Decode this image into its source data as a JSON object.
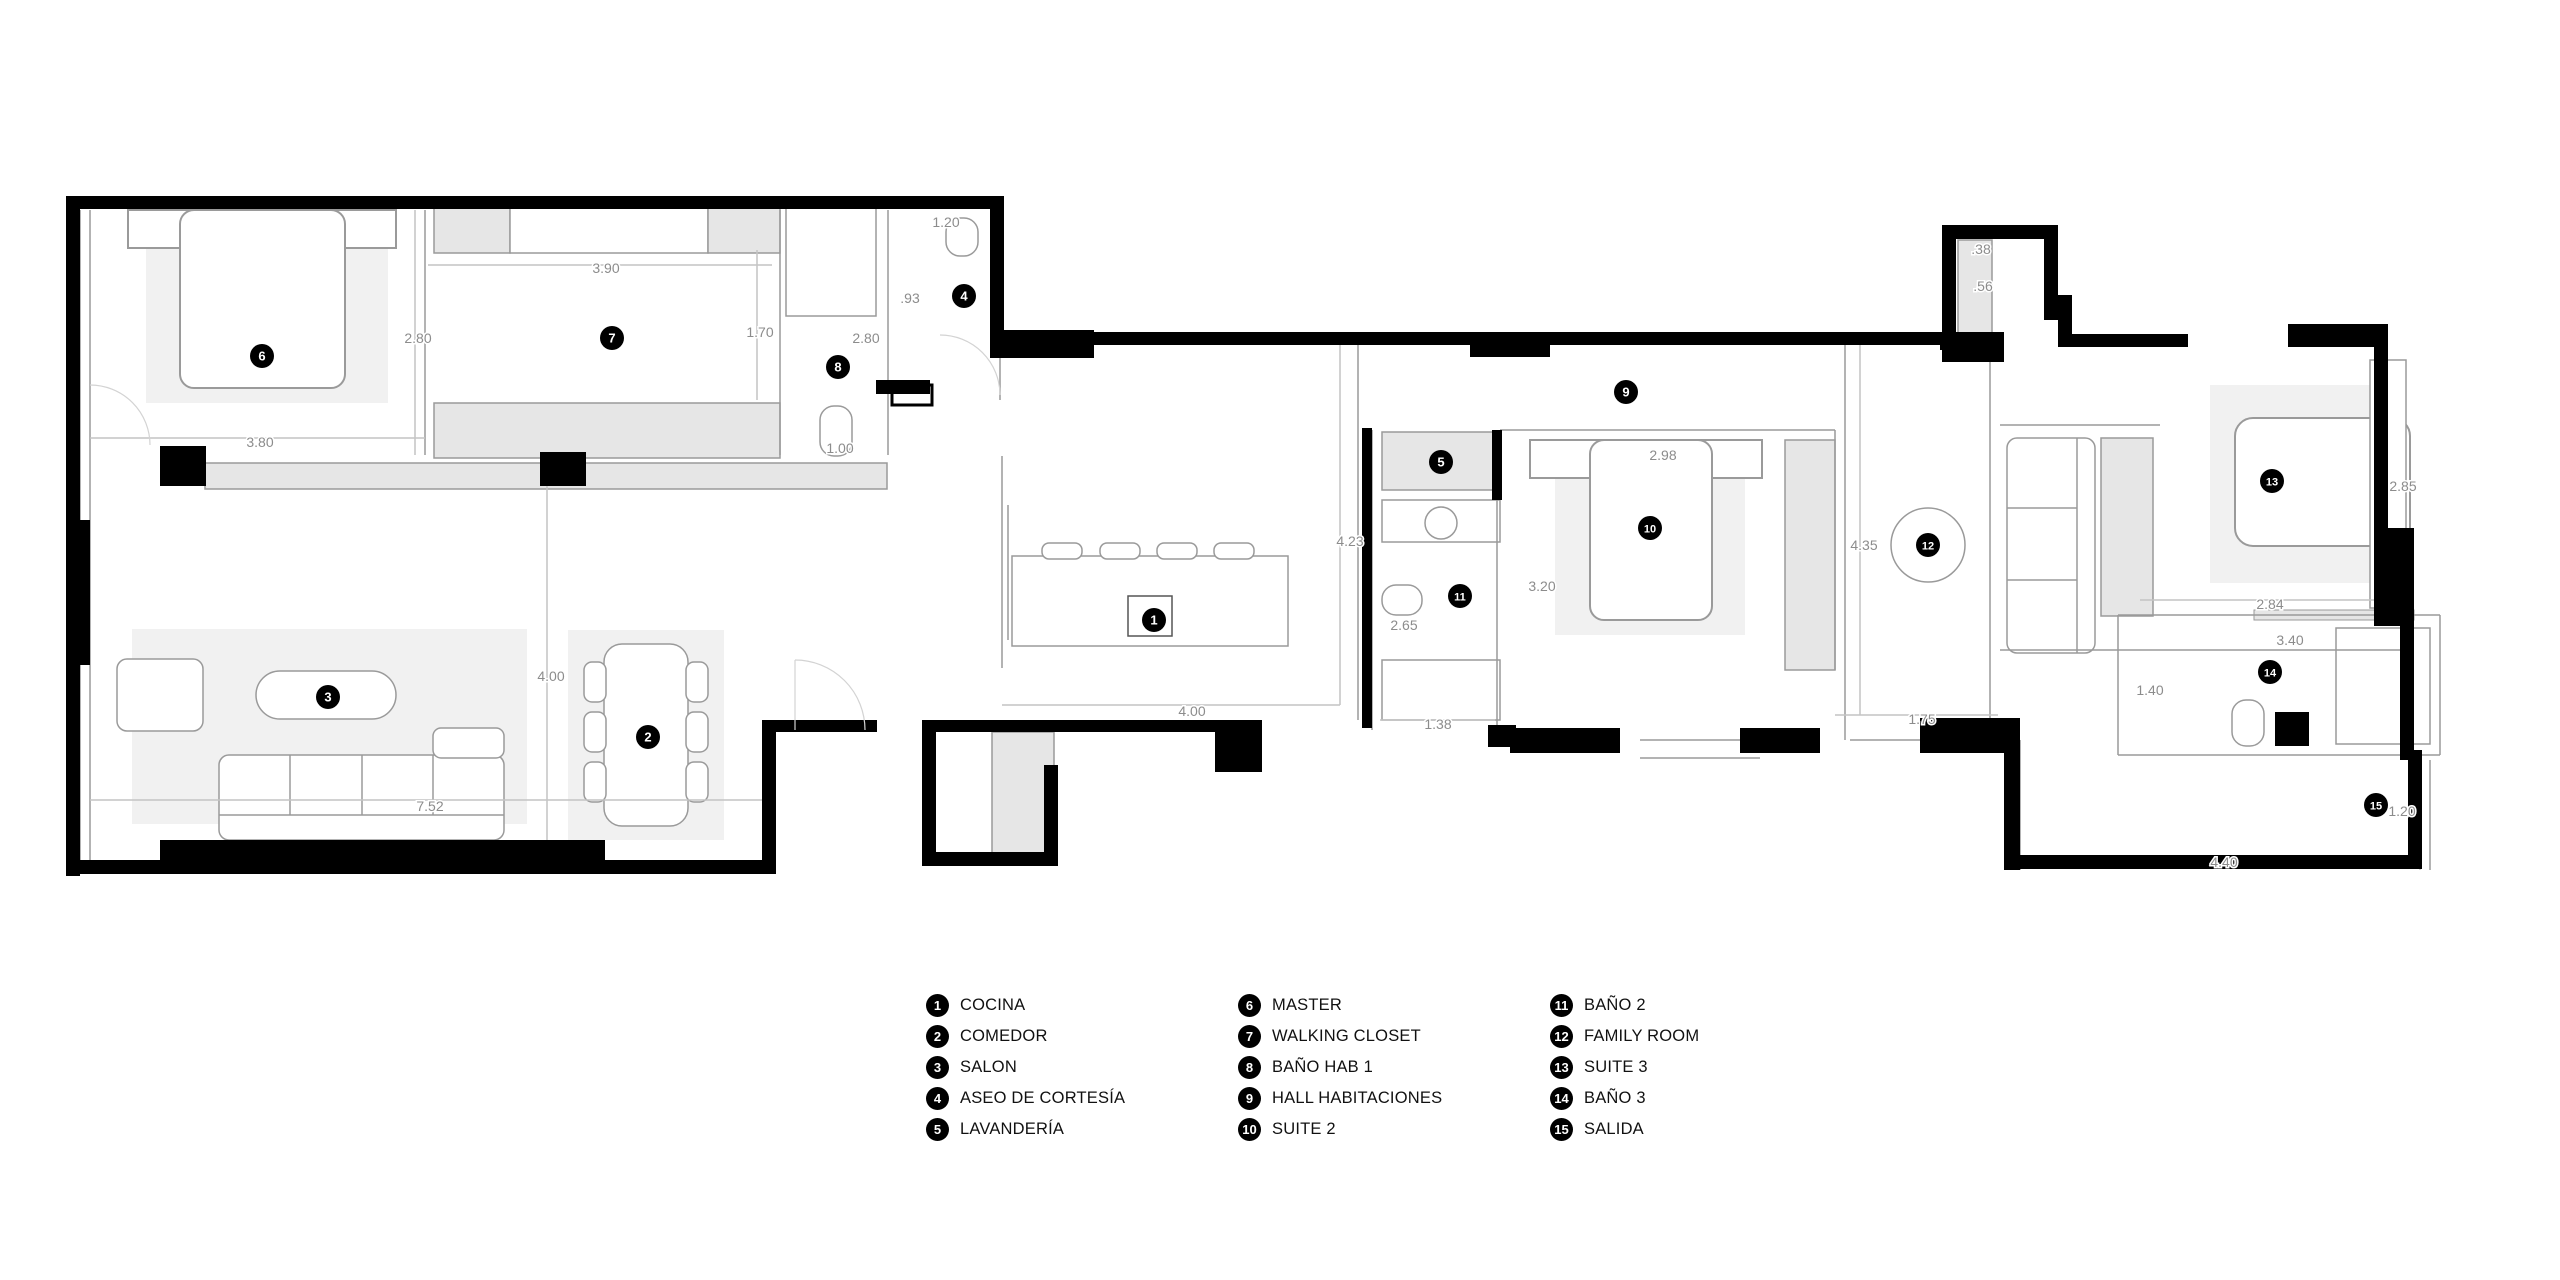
{
  "palette": {
    "wall": "#000000",
    "furniture": "#e6e6e6",
    "rug": "#f1f1f1",
    "line": "#9a9a9a",
    "dim": "#bdbdbd",
    "text": "#111111"
  },
  "rooms": [
    {
      "num": "1",
      "name": "COCINA"
    },
    {
      "num": "2",
      "name": "COMEDOR"
    },
    {
      "num": "3",
      "name": "SALON"
    },
    {
      "num": "4",
      "name": "ASEO DE CORTESÍA"
    },
    {
      "num": "5",
      "name": "LAVANDERÍA"
    },
    {
      "num": "6",
      "name": "MASTER"
    },
    {
      "num": "7",
      "name": "WALKING CLOSET"
    },
    {
      "num": "8",
      "name": "BAÑO HAB 1"
    },
    {
      "num": "9",
      "name": "HALL HABITACIONES"
    },
    {
      "num": "10",
      "name": "SUITE 2"
    },
    {
      "num": "11",
      "name": "BAÑO 2"
    },
    {
      "num": "12",
      "name": "FAMILY ROOM"
    },
    {
      "num": "13",
      "name": "SUITE 3"
    },
    {
      "num": "14",
      "name": "BAÑO 3"
    },
    {
      "num": "15",
      "name": "SALIDA"
    }
  ],
  "dimensions": [
    "3.90",
    "2.80",
    "1.70",
    "1.20",
    "2.80",
    "1.00",
    ".93",
    "3.80",
    "4.00",
    "7.52",
    "4.00",
    "4.23",
    "2.98",
    "3.20",
    "2.65",
    "1.38",
    "4.35",
    "1.75",
    ".38",
    "2.85",
    "2.84",
    "3.40",
    "1.40",
    "1.20",
    "4.40",
    ".56"
  ]
}
